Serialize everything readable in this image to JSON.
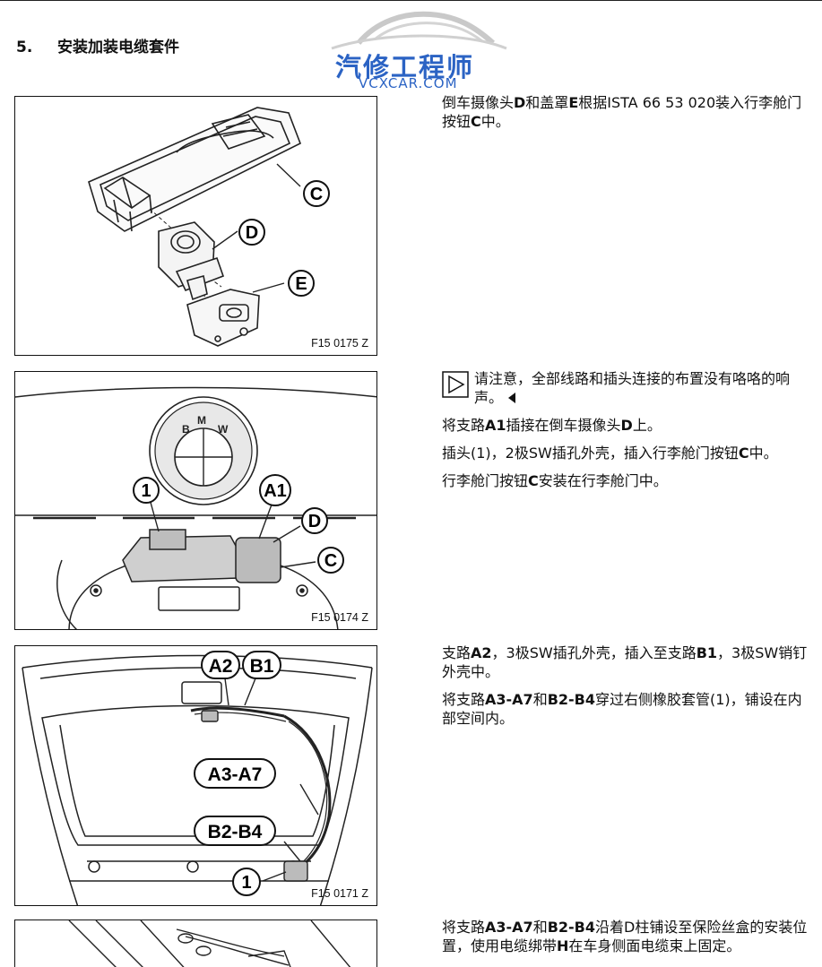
{
  "section": {
    "number": "5.",
    "title": "安装加装电缆套件"
  },
  "watermark": {
    "cn": "汽修工程师",
    "en": "VCXCAR.COM"
  },
  "figures": [
    {
      "code": "F15 0175 Z",
      "callouts": [
        "C",
        "D",
        "E"
      ]
    },
    {
      "code": "F15 0174 Z",
      "callouts": [
        "1",
        "A1",
        "D",
        "C"
      ],
      "emblem": [
        "B",
        "M",
        "W"
      ]
    },
    {
      "code": "F15 0171 Z",
      "callouts": [
        "A2",
        "B1",
        "A3-A7",
        "B2-B4",
        "1"
      ]
    },
    {
      "code": ""
    }
  ],
  "steps": {
    "step1": {
      "t1": "倒车摄像头",
      "b1": "D",
      "t2": "和盖罩",
      "b2": "E",
      "t3": "根据ISTA 66 53 020装入行李舱门按钮",
      "b3": "C",
      "t4": "中。"
    },
    "note": {
      "text": "请注意，全部线路和插头连接的布置没有咯咯的响声。"
    },
    "step2": {
      "t1": "将支路",
      "b1": "A1",
      "t2": "插接在倒车摄像头",
      "b2": "D",
      "t3": "上。"
    },
    "step3": {
      "t1": "插头(1)，2极SW插孔外壳，插入行李舱门按钮",
      "b1": "C",
      "t2": "中。"
    },
    "step4": {
      "t1": "行李舱门按钮",
      "b1": "C",
      "t2": "安装在行李舱门中。"
    },
    "step5": {
      "t1": "支路",
      "b1": "A2",
      "t2": "，3极SW插孔外壳，插入至支路",
      "b2": "B1",
      "t3": "，3极SW销钉外壳中。"
    },
    "step6": {
      "t1": "将支路",
      "b1": "A3-A7",
      "t2": "和",
      "b2": "B2-B4",
      "t3": "穿过右侧橡胶套管(1)，铺设在内部空间内。"
    },
    "step7": {
      "t1": "将支路",
      "b1": "A3-A7",
      "t2": "和",
      "b2": "B2-B4",
      "t3": "沿着D柱铺设至保险丝盒的安装位置，使用电缆绑带",
      "b3": "H",
      "t4": "在车身侧面电缆束上固定。"
    }
  }
}
